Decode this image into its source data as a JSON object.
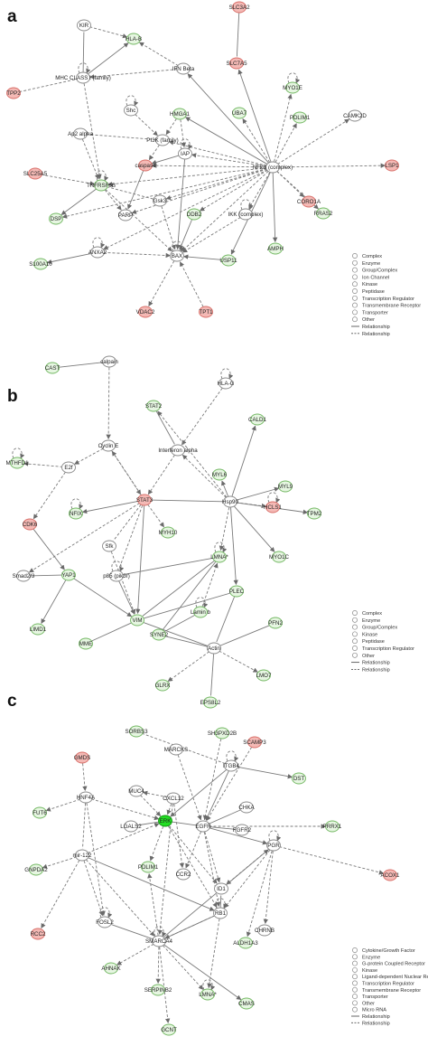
{
  "panels": [
    {
      "label": "a",
      "nodes": [
        {
          "id": "KIR",
          "label": "KIR",
          "color": "white"
        },
        {
          "id": "HLA-B",
          "label": "HLA-B",
          "color": "green"
        },
        {
          "id": "MHCI",
          "label": "MHC CLASS I (family)",
          "color": "white"
        },
        {
          "id": "TPP2",
          "label": "TPP2",
          "color": "red"
        },
        {
          "id": "SLC3A2",
          "label": "SLC3A2",
          "color": "red"
        },
        {
          "id": "SLC7A5",
          "label": "SLC7A5",
          "color": "red"
        },
        {
          "id": "IFNB",
          "label": "IFN Beta",
          "color": "white"
        },
        {
          "id": "Shc",
          "label": "Shc",
          "color": "white"
        },
        {
          "id": "MYO1E",
          "label": "MYO1E",
          "color": "green"
        },
        {
          "id": "HMGA1",
          "label": "HMGA1",
          "color": "green"
        },
        {
          "id": "UBA7",
          "label": "UBA7",
          "color": "green"
        },
        {
          "id": "PDLIM1",
          "label": "PDLIM1",
          "color": "green"
        },
        {
          "id": "CAMK2D",
          "label": "CAMK2D",
          "color": "white"
        },
        {
          "id": "Ap2a",
          "label": "Ap2 alpha",
          "color": "white"
        },
        {
          "id": "PI3K",
          "label": "PI3K (family)",
          "color": "white"
        },
        {
          "id": "caspase",
          "label": "caspase",
          "color": "red"
        },
        {
          "id": "IAP",
          "label": "IAP",
          "color": "white"
        },
        {
          "id": "NFkB",
          "label": "NFkB (complex)",
          "color": "white"
        },
        {
          "id": "LSP1",
          "label": "LSP1",
          "color": "red"
        },
        {
          "id": "SLC25A5",
          "label": "SLC25A5",
          "color": "red"
        },
        {
          "id": "TNFRSF6B",
          "label": "TNFRSF6B",
          "color": "green"
        },
        {
          "id": "CORO1A",
          "label": "CORO1A",
          "color": "red"
        },
        {
          "id": "Gsk3",
          "label": "Gsk3",
          "color": "white"
        },
        {
          "id": "RRAS2",
          "label": "RRAS2",
          "color": "green"
        },
        {
          "id": "DSP",
          "label": "DSP",
          "color": "green"
        },
        {
          "id": "DDB2",
          "label": "DDB2",
          "color": "green"
        },
        {
          "id": "IKK",
          "label": "IKK (complex)",
          "color": "white"
        },
        {
          "id": "PARP",
          "label": "PARP",
          "color": "white"
        },
        {
          "id": "AMPH",
          "label": "AMPH",
          "color": "green"
        },
        {
          "id": "ANXA2",
          "label": "ANXA2",
          "color": "white"
        },
        {
          "id": "BAX",
          "label": "BAX",
          "color": "white"
        },
        {
          "id": "USP11",
          "label": "USP11",
          "color": "green"
        },
        {
          "id": "S100A10",
          "label": "S100A10",
          "color": "green"
        },
        {
          "id": "VDAC2",
          "label": "VDAC2",
          "color": "red"
        },
        {
          "id": "TPT1",
          "label": "TPT1",
          "color": "red"
        }
      ],
      "legend": [
        "Complex",
        "Enzyme",
        "Group/Complex",
        "Ion Channel",
        "Kinase",
        "Peptidase",
        "Transcription Regulator",
        "Transmembrane Receptor",
        "Transporter",
        "Other",
        "Relationship",
        "Relationship"
      ]
    },
    {
      "label": "b",
      "nodes": [
        {
          "id": "CAST",
          "label": "CAST",
          "color": "green"
        },
        {
          "id": "calpain",
          "label": "calpain",
          "color": "white"
        },
        {
          "id": "HLA-G",
          "label": "HLA-G",
          "color": "white"
        },
        {
          "id": "STAT2",
          "label": "STAT2",
          "color": "green"
        },
        {
          "id": "CALD1",
          "label": "CALD1",
          "color": "green"
        },
        {
          "id": "CyclinE",
          "label": "Cyclin E",
          "color": "white"
        },
        {
          "id": "IFNa",
          "label": "Interferon alpha",
          "color": "white"
        },
        {
          "id": "MTHFD1",
          "label": "MTHFD1",
          "color": "green"
        },
        {
          "id": "E2F",
          "label": "E2f",
          "color": "white"
        },
        {
          "id": "MYL6",
          "label": "MYL6",
          "color": "green"
        },
        {
          "id": "MYL9",
          "label": "MYL9",
          "color": "green"
        },
        {
          "id": "NFIX",
          "label": "NFIX",
          "color": "green"
        },
        {
          "id": "STAT3",
          "label": "STAT3",
          "color": "red"
        },
        {
          "id": "Hsp90",
          "label": "Hsp90",
          "color": "white"
        },
        {
          "id": "HCLS1",
          "label": "HCLS1",
          "color": "red"
        },
        {
          "id": "TPM2",
          "label": "TPM2",
          "color": "green"
        },
        {
          "id": "CDK6",
          "label": "CDK6",
          "color": "red"
        },
        {
          "id": "MYH10",
          "label": "MYH10",
          "color": "green"
        },
        {
          "id": "Sfk",
          "label": "Sfk",
          "color": "white"
        },
        {
          "id": "LMNA",
          "label": "LMNA*",
          "color": "green"
        },
        {
          "id": "MYO1C",
          "label": "MYO1C",
          "color": "green"
        },
        {
          "id": "Smad",
          "label": "Smad2/3",
          "color": "white"
        },
        {
          "id": "YAP1",
          "label": "YAP1",
          "color": "green"
        },
        {
          "id": "p85",
          "label": "p85 (pik3r)",
          "color": "white"
        },
        {
          "id": "PLEC",
          "label": "PLEC",
          "color": "green"
        },
        {
          "id": "LIMD1",
          "label": "LIMD1",
          "color": "green"
        },
        {
          "id": "VIM",
          "label": "VIM",
          "color": "green"
        },
        {
          "id": "Laminb",
          "label": "Lamin b",
          "color": "green"
        },
        {
          "id": "PFN2",
          "label": "PFN2",
          "color": "green"
        },
        {
          "id": "MME",
          "label": "MME",
          "color": "green"
        },
        {
          "id": "SYNE2",
          "label": "SYNE2",
          "color": "green"
        },
        {
          "id": "Actin",
          "label": "Actin",
          "color": "white"
        },
        {
          "id": "GLRX",
          "label": "GLRX",
          "color": "green"
        },
        {
          "id": "LMO7",
          "label": "LMO7",
          "color": "green"
        },
        {
          "id": "EPS8L2",
          "label": "EPS8L2",
          "color": "green"
        }
      ],
      "legend": [
        "Complex",
        "Enzyme",
        "Group/Complex",
        "Kinase",
        "Peptidase",
        "Transcription Regulator",
        "Other",
        "Relationship",
        "Relationship"
      ]
    },
    {
      "label": "c",
      "nodes": [
        {
          "id": "SORBS3",
          "label": "SORBS3",
          "color": "green"
        },
        {
          "id": "SH3PXD2B",
          "label": "SH3PXD2B",
          "color": "green"
        },
        {
          "id": "SCAMP3",
          "label": "SCAMP3",
          "color": "red"
        },
        {
          "id": "MARCKS",
          "label": "MARCKS",
          "color": "white"
        },
        {
          "id": "GMDS",
          "label": "GMDS",
          "color": "red"
        },
        {
          "id": "ITGB4",
          "label": "ITGB4",
          "color": "white"
        },
        {
          "id": "DST",
          "label": "DST",
          "color": "green"
        },
        {
          "id": "HNF4A",
          "label": "HNF4A",
          "color": "white"
        },
        {
          "id": "MUC4",
          "label": "MUC4",
          "color": "white"
        },
        {
          "id": "CXCL12",
          "label": "CXCL12",
          "color": "white"
        },
        {
          "id": "CHKA",
          "label": "CHKA",
          "color": "white"
        },
        {
          "id": "FUT6",
          "label": "FUT6",
          "color": "green"
        },
        {
          "id": "LGALS2",
          "label": "LGALS2",
          "color": "white"
        },
        {
          "id": "ERK",
          "label": "ERK",
          "color": "brightgreen"
        },
        {
          "id": "EGFR",
          "label": "EGFR",
          "color": "white"
        },
        {
          "id": "FGFR2",
          "label": "FGFR2",
          "color": "white"
        },
        {
          "id": "PRRX1",
          "label": "PRRX1",
          "color": "green"
        },
        {
          "id": "PGR",
          "label": "PGR",
          "color": "white"
        },
        {
          "id": "mir122",
          "label": "mir-122",
          "color": "white"
        },
        {
          "id": "GNPDA2",
          "label": "GNPDA2",
          "color": "green"
        },
        {
          "id": "PDLIM1",
          "label": "PDLIM1",
          "color": "green"
        },
        {
          "id": "CCR2",
          "label": "CCR2",
          "color": "white"
        },
        {
          "id": "ID1",
          "label": "ID1",
          "color": "white"
        },
        {
          "id": "ACOX1",
          "label": "ACOX1",
          "color": "red"
        },
        {
          "id": "RB1",
          "label": "RB1",
          "color": "white"
        },
        {
          "id": "FOSL2",
          "label": "FOSL2",
          "color": "white"
        },
        {
          "id": "CHRNB",
          "label": "CHRNB",
          "color": "white"
        },
        {
          "id": "RCC2",
          "label": "RCC2",
          "color": "red"
        },
        {
          "id": "SMARCA4",
          "label": "SMARCA4",
          "color": "white"
        },
        {
          "id": "ALDH1A3",
          "label": "ALDH1A3",
          "color": "green"
        },
        {
          "id": "AHNAK",
          "label": "AHNAK",
          "color": "green"
        },
        {
          "id": "SERPINB2",
          "label": "SERPINB2",
          "color": "green"
        },
        {
          "id": "LMNA",
          "label": "LMNA*",
          "color": "green"
        },
        {
          "id": "CMAS",
          "label": "CMAS",
          "color": "green"
        },
        {
          "id": "GCNT",
          "label": "GCNT",
          "color": "green"
        }
      ],
      "legend": [
        "Cytokine/Growth Factor",
        "Enzyme",
        "G-protein Coupled Receptor",
        "Kinase",
        "Ligand-dependent Nuclear Receptor",
        "Transcription Regulator",
        "Transmembrane Receptor",
        "Transporter",
        "Other",
        "Micro RNA",
        "Relationship",
        "Relationship"
      ]
    }
  ],
  "colors": {
    "red_fill": "#f4b9b5",
    "red_stroke": "#d9706a",
    "green_fill": "#e6f6e1",
    "green_stroke": "#74b864",
    "bright_green_fill": "#22dd22",
    "white_fill": "#ffffff",
    "white_stroke": "#8a8a8a",
    "edge": "#7a7a7a"
  }
}
